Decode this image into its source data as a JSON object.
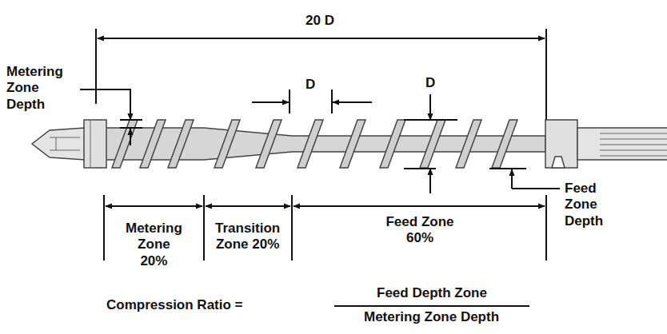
{
  "diagram": {
    "labels": [
      "20 D",
      "Metering Zone Depth",
      "D",
      "D",
      "Feed Zone Depth",
      "Metering Zone 20%",
      "Transition Zone 20%",
      "Feed Zone 60%",
      "Compression Ratio =",
      "Feed Depth Zone",
      "Metering Zone Depth"
    ]
  }
}
